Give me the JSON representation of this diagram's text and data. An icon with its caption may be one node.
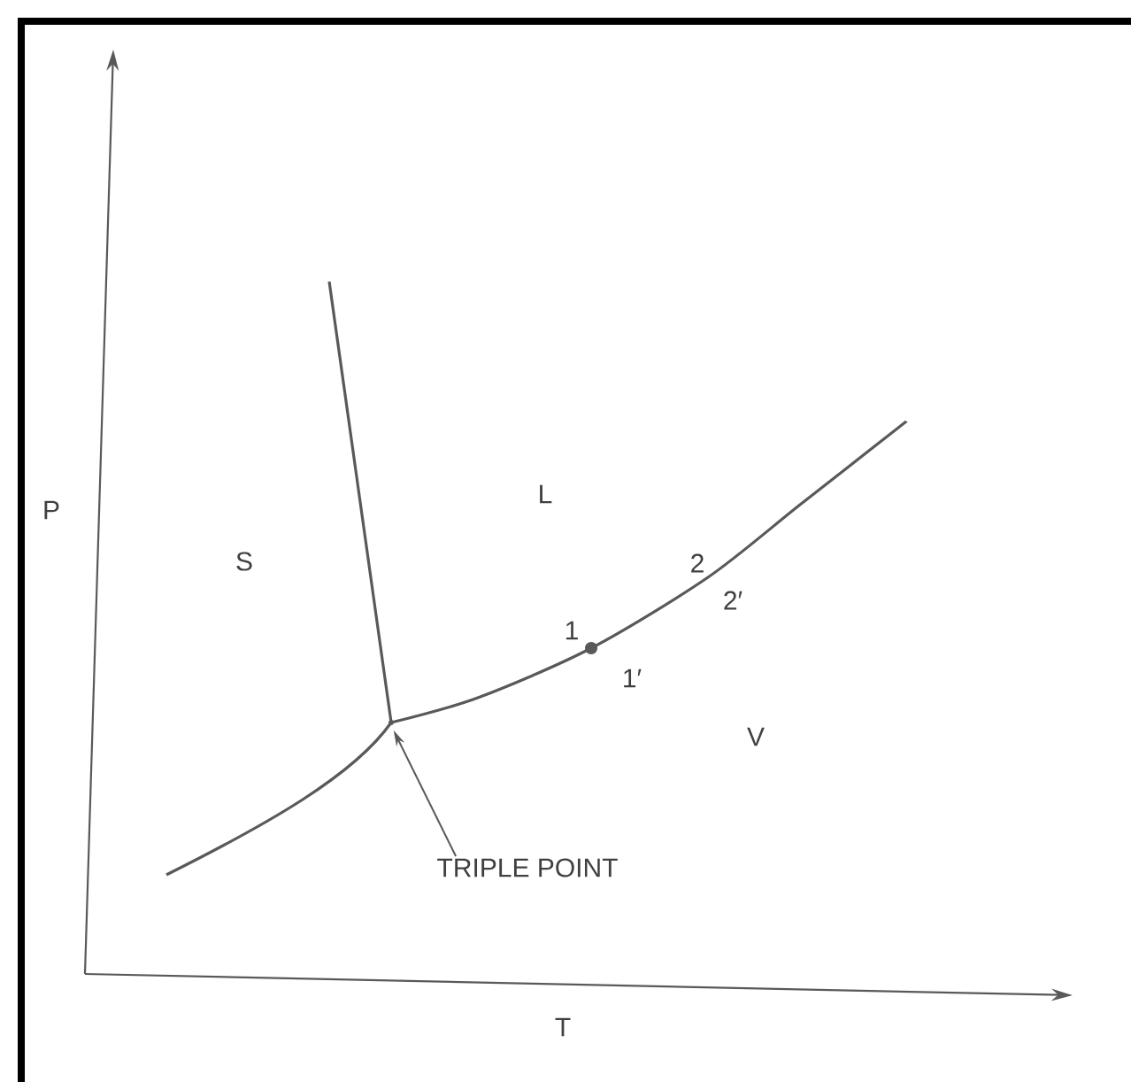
{
  "diagram": {
    "nodes": [
      {
        "text": [
          "TRIPLE POINT"
        ]
      },
      {
        "text": [],
        "shape": "circle"
      }
    ],
    "edges": [
      {
        "from": 0,
        "to": 1,
        "arrow": "to"
      }
    ],
    "labels": [
      "P",
      "L",
      "S",
      "2",
      "2′",
      "1",
      "1′",
      "V",
      "T"
    ]
  }
}
